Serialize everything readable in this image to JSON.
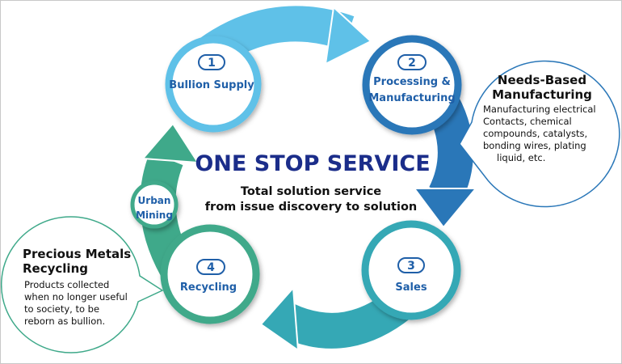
{
  "center": {
    "title": "ONE STOP SERVICE",
    "subtitle_line1": "Total solution service",
    "subtitle_line2": "from issue discovery to solution"
  },
  "steps": [
    {
      "number": "1",
      "label_line1": "Bullion Supply",
      "label_line2": "",
      "color": "#5fc1e8"
    },
    {
      "number": "2",
      "label_line1": "Processing &",
      "label_line2": "Manufacturing",
      "color": "#2a77b8"
    },
    {
      "number": "3",
      "label_line1": "Sales",
      "label_line2": "",
      "color": "#35a8b5"
    },
    {
      "number": "4",
      "label_line1": "Recycling",
      "label_line2": "",
      "color": "#3fa98a"
    }
  ],
  "urban_mining": {
    "line1": "Urban",
    "line2": "Mining"
  },
  "callout_right": {
    "title_line1": "Needs-Based",
    "title_line2": "Manufacturing",
    "body": [
      "Manufacturing electrical",
      "Contacts, chemical",
      "compounds, catalysts,",
      "bonding wires, plating",
      "liquid, etc."
    ]
  },
  "callout_left": {
    "title_line1": "Precious Metals",
    "title_line2": "Recycling",
    "body": [
      "Products collected",
      "when no longer useful",
      "to society, to be",
      "reborn as bullion."
    ]
  }
}
